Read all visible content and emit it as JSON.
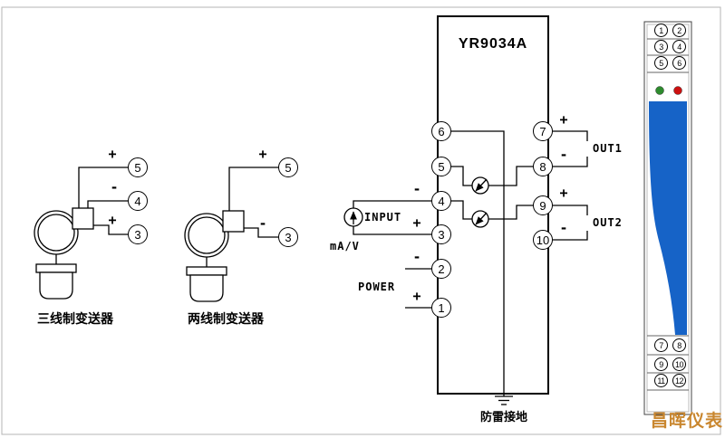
{
  "transmitters": {
    "three_wire": {
      "label": "三线制变送器",
      "terminals": [
        {
          "num": "5",
          "sign": "+"
        },
        {
          "num": "4",
          "sign": "-"
        },
        {
          "num": "3",
          "sign": "+"
        }
      ]
    },
    "two_wire": {
      "label": "两线制变送器",
      "terminals": [
        {
          "num": "5",
          "sign": "+"
        },
        {
          "num": "3",
          "sign": "-"
        }
      ]
    }
  },
  "device": {
    "model": "YR9034A",
    "left_terminals": [
      "6",
      "5",
      "4",
      "3",
      "2",
      "1"
    ],
    "right_terminals": [
      "7",
      "8",
      "9",
      "10"
    ],
    "input": {
      "label": "INPUT",
      "unit": "mA/V",
      "minus": "-",
      "plus": "+"
    },
    "power": {
      "label": "POWER",
      "minus": "-",
      "plus": "+"
    },
    "outputs": [
      {
        "label": "OUT1",
        "plus": "+",
        "minus": "-"
      },
      {
        "label": "OUT2",
        "plus": "+",
        "minus": "-"
      }
    ],
    "ground_label": "防雷接地"
  },
  "module": {
    "top_terminals": [
      "1",
      "2",
      "3",
      "4",
      "5",
      "6"
    ],
    "bottom_terminals": [
      "7",
      "8",
      "9",
      "10",
      "11",
      "12"
    ],
    "led_green": "#2e8b2e",
    "led_red": "#cc1111",
    "body_color": "#1663c7"
  },
  "watermark": {
    "text": "昌晖仪表",
    "color": "#c9862e"
  }
}
